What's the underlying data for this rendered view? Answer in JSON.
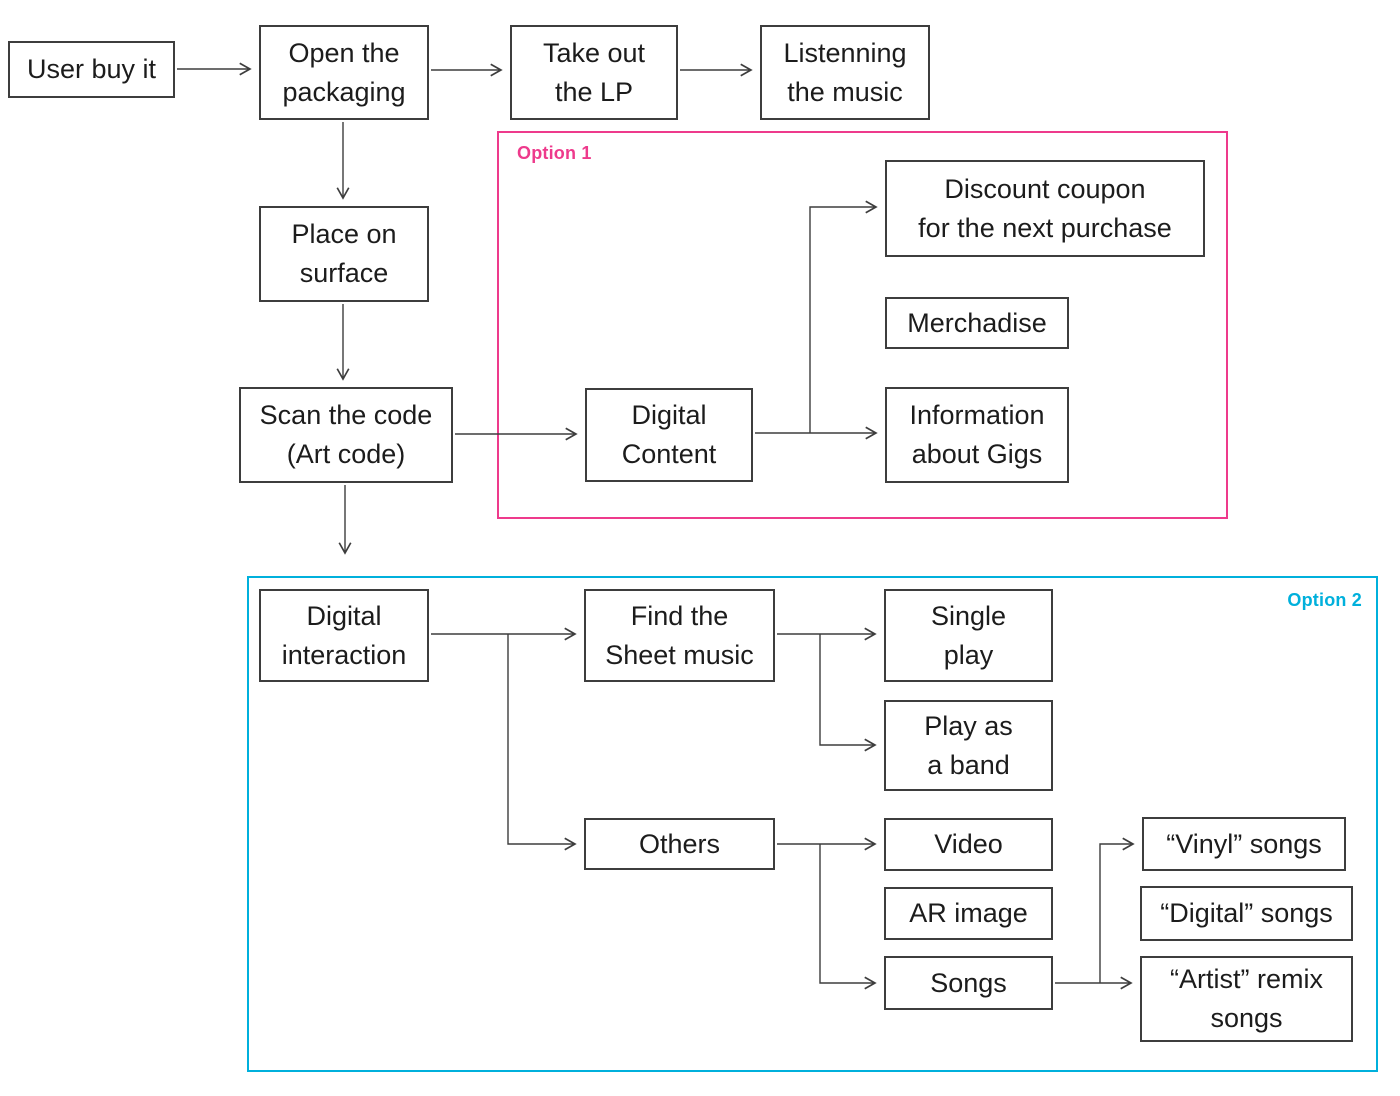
{
  "diagram": {
    "type": "flowchart",
    "colors": {
      "option1": "#ee3a8c",
      "option2": "#00b0dc",
      "box_border": "#3d3d3d",
      "line": "#3d3d3d",
      "text": "#1c1c1c"
    },
    "options": [
      {
        "label": "Option 1"
      },
      {
        "label": "Option 2"
      }
    ],
    "nodes": {
      "user_buy_it": "User buy it",
      "open_packaging": "Open the\npackaging",
      "take_out_lp": "Take out\nthe LP",
      "listenning_music": "Listenning\nthe music",
      "place_on_surface": "Place on\nsurface",
      "scan_code": "Scan the code\n(Art code)",
      "digital_content": "Digital\nContent",
      "discount_coupon": "Discount coupon\nfor the next purchase",
      "merchadise": "Merchadise",
      "information_about_gigs": "Information\nabout Gigs",
      "digital_interaction": "Digital\ninteraction",
      "find_sheet_music": "Find the\nSheet music",
      "single_play": "Single\nplay",
      "play_as_band": "Play as\na band",
      "others": "Others",
      "video": "Video",
      "ar_image": "AR image",
      "songs": "Songs",
      "vinyl_songs": "“Vinyl” songs",
      "digital_songs": "“Digital” songs",
      "artist_remix_songs": "“Artist” remix\nsongs"
    },
    "edges": [
      {
        "from": "user_buy_it",
        "to": "open_packaging"
      },
      {
        "from": "open_packaging",
        "to": "take_out_lp"
      },
      {
        "from": "take_out_lp",
        "to": "listenning_music"
      },
      {
        "from": "open_packaging",
        "to": "place_on_surface"
      },
      {
        "from": "place_on_surface",
        "to": "scan_code"
      },
      {
        "from": "scan_code",
        "to": "digital_content"
      },
      {
        "from": "scan_code",
        "to": "digital_interaction"
      },
      {
        "from": "digital_content",
        "to": "discount_coupon"
      },
      {
        "from": "digital_content",
        "to": "information_about_gigs"
      },
      {
        "from": "digital_interaction",
        "to": "find_sheet_music"
      },
      {
        "from": "digital_interaction",
        "to": "others"
      },
      {
        "from": "find_sheet_music",
        "to": "single_play"
      },
      {
        "from": "find_sheet_music",
        "to": "play_as_band"
      },
      {
        "from": "others",
        "to": "video"
      },
      {
        "from": "others",
        "to": "songs"
      },
      {
        "from": "songs",
        "to": "vinyl_songs"
      },
      {
        "from": "songs",
        "to": "artist_remix_songs"
      }
    ]
  }
}
